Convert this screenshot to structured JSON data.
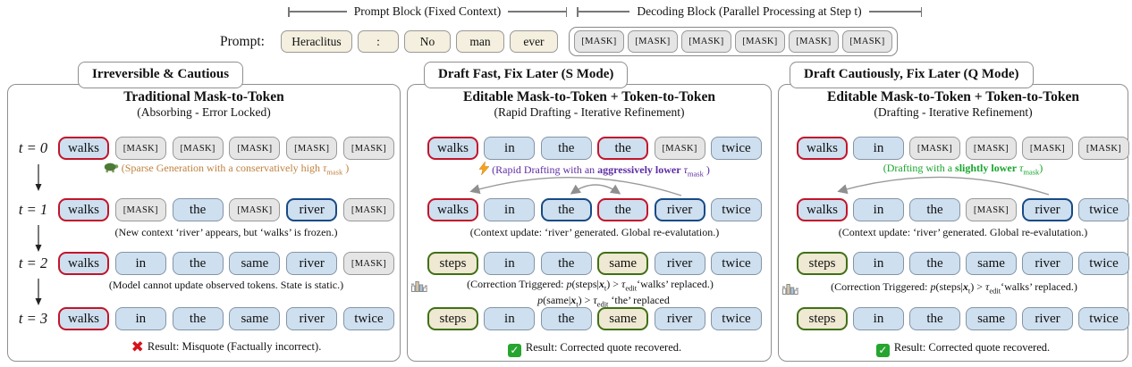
{
  "top": {
    "prompt_block_label": "Prompt Block (Fixed Context)",
    "decoding_block_label": "Decoding Block (Parallel Processing at Step t)",
    "prompt_label": "Prompt:",
    "prompt_tokens": [
      "Heraclitus",
      ":",
      "No",
      "man",
      "ever"
    ],
    "mask_tokens": [
      "[MASK]",
      "[MASK]",
      "[MASK]",
      "[MASK]",
      "[MASK]",
      "[MASK]"
    ]
  },
  "icons": {
    "cross_glyph": "✖",
    "check_glyph": "✓"
  },
  "colors": {
    "token_fill": "#CEDFEF",
    "mask_fill": "#E5E5E5",
    "prompt_fill": "#F4EFDE",
    "committed_border_red": "#C2152A",
    "new_context_border_navy": "#174A85",
    "edited_border_green": "#3F7015",
    "sparse_note_orange": "#C0803E",
    "rapid_note_purple": "#5E2CA5",
    "cautious_note_green": "#17A52C"
  },
  "panels": [
    {
      "badge": "Irreversible & Cautious",
      "title": "Traditional Mask-to-Token",
      "subtitle": "(Absorbing - Error Locked)",
      "steps": [
        "t = 0",
        "t = 1",
        "t = 2",
        "t = 3"
      ],
      "rows": [
        {
          "tokens": [
            {
              "t": "walks",
              "c": "tok red"
            },
            {
              "t": "[MASK]",
              "c": "tok mask"
            },
            {
              "t": "[MASK]",
              "c": "tok mask"
            },
            {
              "t": "[MASK]",
              "c": "tok mask"
            },
            {
              "t": "[MASK]",
              "c": "tok mask"
            },
            {
              "t": "[MASK]",
              "c": "tok mask"
            }
          ]
        },
        {
          "tokens": [
            {
              "t": "walks",
              "c": "tok red"
            },
            {
              "t": "[MASK]",
              "c": "tok mask"
            },
            {
              "t": "the",
              "c": "tok"
            },
            {
              "t": "[MASK]",
              "c": "tok mask"
            },
            {
              "t": "river",
              "c": "tok navy"
            },
            {
              "t": "[MASK]",
              "c": "tok mask"
            }
          ]
        },
        {
          "tokens": [
            {
              "t": "walks",
              "c": "tok red"
            },
            {
              "t": "in",
              "c": "tok"
            },
            {
              "t": "the",
              "c": "tok"
            },
            {
              "t": "same",
              "c": "tok"
            },
            {
              "t": "river",
              "c": "tok"
            },
            {
              "t": "[MASK]",
              "c": "tok mask"
            }
          ]
        },
        {
          "tokens": [
            {
              "t": "walks",
              "c": "tok red"
            },
            {
              "t": "in",
              "c": "tok"
            },
            {
              "t": "the",
              "c": "tok"
            },
            {
              "t": "same",
              "c": "tok"
            },
            {
              "t": "river",
              "c": "tok"
            },
            {
              "t": "twice",
              "c": "tok"
            }
          ]
        }
      ],
      "captions": {
        "c1": {
          "pre": "(Sparse Generation with a conservatively high ",
          "tau": "τ",
          "tau_sub": "mask",
          "post": " )"
        },
        "c2": {
          "text": "(New context ‘river’ appears, but ‘walks’ is frozen.)"
        },
        "c3": {
          "text": "(Model cannot update observed tokens. State is static.)"
        }
      },
      "result": {
        "text": "Result: Misquote (Factually incorrect)."
      }
    },
    {
      "badge": "Draft Fast, Fix Later (S Mode)",
      "title": "Editable Mask-to-Token + Token-to-Token",
      "subtitle": "(Rapid Drafting - Iterative Refinement)",
      "rows": [
        {
          "tokens": [
            {
              "t": "walks",
              "c": "tok red"
            },
            {
              "t": "in",
              "c": "tok"
            },
            {
              "t": "the",
              "c": "tok"
            },
            {
              "t": "the",
              "c": "tok red"
            },
            {
              "t": "[MASK]",
              "c": "tok mask"
            },
            {
              "t": "twice",
              "c": "tok"
            }
          ]
        },
        {
          "tokens": [
            {
              "t": "walks",
              "c": "tok red"
            },
            {
              "t": "in",
              "c": "tok"
            },
            {
              "t": "the",
              "c": "tok navy"
            },
            {
              "t": "the",
              "c": "tok red"
            },
            {
              "t": "river",
              "c": "tok navy"
            },
            {
              "t": "twice",
              "c": "tok"
            }
          ]
        },
        {
          "tokens": [
            {
              "t": "steps",
              "c": "tok green"
            },
            {
              "t": "in",
              "c": "tok"
            },
            {
              "t": "the",
              "c": "tok"
            },
            {
              "t": "same",
              "c": "tok green"
            },
            {
              "t": "river",
              "c": "tok"
            },
            {
              "t": "twice",
              "c": "tok"
            }
          ]
        },
        {
          "tokens": [
            {
              "t": "steps",
              "c": "tok green"
            },
            {
              "t": "in",
              "c": "tok"
            },
            {
              "t": "the",
              "c": "tok"
            },
            {
              "t": "same",
              "c": "tok green"
            },
            {
              "t": "river",
              "c": "tok"
            },
            {
              "t": "twice",
              "c": "tok"
            }
          ]
        }
      ],
      "captions": {
        "c1": {
          "pre": "(Rapid Drafting with an ",
          "bold": "aggressively lower",
          "tau": " τ",
          "tau_sub": "mask",
          "post": " )"
        },
        "c2": {
          "text": "(Context update: ‘river’ generated. Global re-evalutation.)"
        },
        "c3a": {
          "lead": "(Correction Triggered: ",
          "p": "p",
          "open": "(steps|",
          "x": "x",
          "xsub": "t",
          "gt": ") > ",
          "tau": "τ",
          "tausub": "edit",
          "tail": "‘walks’ replaced.)"
        },
        "c3b": {
          "p": "p",
          "open": "(same|",
          "x": "x",
          "xsub": "t",
          "gt": ") > ",
          "tau": "τ",
          "tausub": "edit",
          "tail": " ‘the’ replaced"
        }
      },
      "result": {
        "text": "Result: Corrected quote recovered."
      }
    },
    {
      "badge": "Draft Cautiously, Fix Later (Q Mode)",
      "title": "Editable Mask-to-Token + Token-to-Token",
      "subtitle": "(Drafting - Iterative Refinement)",
      "rows": [
        {
          "tokens": [
            {
              "t": "walks",
              "c": "tok red"
            },
            {
              "t": "in",
              "c": "tok"
            },
            {
              "t": "[MASK]",
              "c": "tok mask"
            },
            {
              "t": "[MASK]",
              "c": "tok mask"
            },
            {
              "t": "[MASK]",
              "c": "tok mask"
            },
            {
              "t": "[MASK]",
              "c": "tok mask"
            }
          ]
        },
        {
          "tokens": [
            {
              "t": "walks",
              "c": "tok red"
            },
            {
              "t": "in",
              "c": "tok"
            },
            {
              "t": "the",
              "c": "tok"
            },
            {
              "t": "[MASK]",
              "c": "tok mask"
            },
            {
              "t": "river",
              "c": "tok navy"
            },
            {
              "t": "twice",
              "c": "tok"
            }
          ]
        },
        {
          "tokens": [
            {
              "t": "steps",
              "c": "tok green"
            },
            {
              "t": "in",
              "c": "tok"
            },
            {
              "t": "the",
              "c": "tok"
            },
            {
              "t": "same",
              "c": "tok"
            },
            {
              "t": "river",
              "c": "tok"
            },
            {
              "t": "twice",
              "c": "tok"
            }
          ]
        },
        {
          "tokens": [
            {
              "t": "steps",
              "c": "tok green"
            },
            {
              "t": "in",
              "c": "tok"
            },
            {
              "t": "the",
              "c": "tok"
            },
            {
              "t": "same",
              "c": "tok"
            },
            {
              "t": "river",
              "c": "tok"
            },
            {
              "t": "twice",
              "c": "tok"
            }
          ]
        }
      ],
      "captions": {
        "c1": {
          "pre": "(Drafting with a ",
          "bold": "slightly lower",
          "tau": " τ",
          "tau_sub": "mask",
          "post": ")"
        },
        "c2": {
          "text": "(Context update: ‘river’ generated. Global re-evalutation.)"
        },
        "c3a": {
          "lead": "(Correction Triggered: ",
          "p": "p",
          "open": "(steps|",
          "x": "x",
          "xsub": "t",
          "gt": ") > ",
          "tau": "τ",
          "tausub": "edit",
          "tail": "‘walks’ replaced.)"
        }
      },
      "result": {
        "text": "Result: Corrected quote recovered."
      }
    }
  ]
}
